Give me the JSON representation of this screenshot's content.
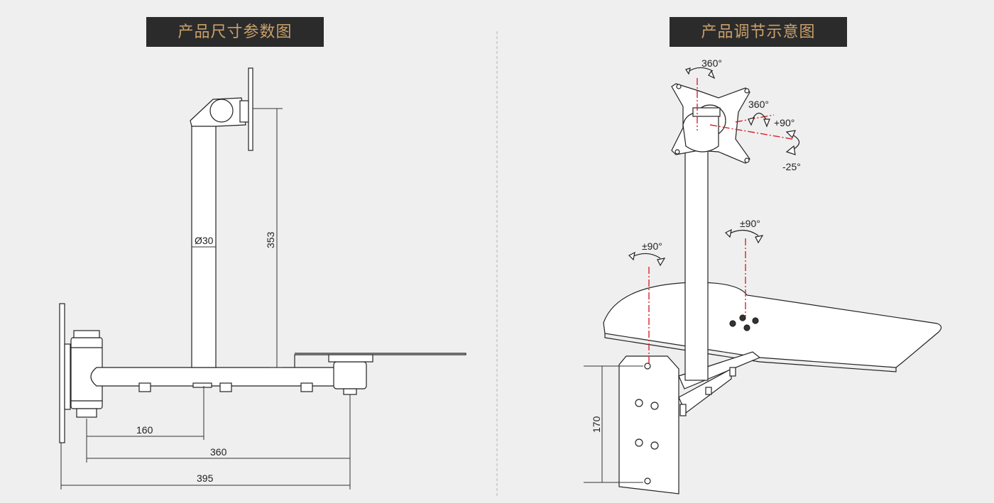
{
  "titles": {
    "left": "产品尺寸参数图",
    "right": "产品调节示意图"
  },
  "dimensions": {
    "pole_diameter": "Ø30",
    "pole_height": "353",
    "offset_160": "160",
    "offset_360": "360",
    "overall_395": "395",
    "clamp_height": "170"
  },
  "angles": {
    "head_rotation": "360°",
    "head_swivel": "360°",
    "tilt_up": "+90°",
    "tilt_down": "-25°",
    "arm_swivel_left": "±90°",
    "arm_swivel_right": "±90°"
  },
  "colors": {
    "title_bg": "#2b2b2b",
    "title_text": "#c9a06a",
    "axis_line": "#d9232a",
    "background": "#efefef"
  }
}
